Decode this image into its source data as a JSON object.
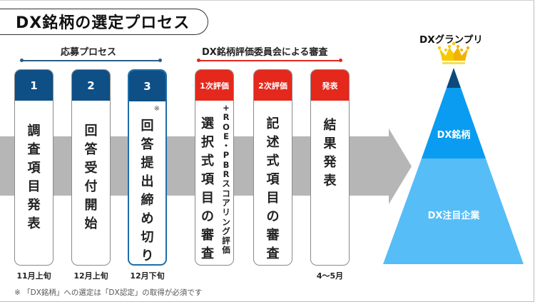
{
  "title": "DX銘柄の選定プロセス",
  "sections": {
    "application": {
      "label": "応募プロセス",
      "color": "#2d5a8a"
    },
    "committee": {
      "label": "DX銘柄評価委員会による審査",
      "color": "#e0281c"
    }
  },
  "steps": [
    {
      "badge": "1",
      "text": [
        "調",
        "査",
        "項",
        "目",
        "発",
        "表"
      ],
      "date": "11月上旬",
      "header_color": "#0e4f86"
    },
    {
      "badge": "2",
      "text": [
        "回",
        "答",
        "受",
        "付",
        "開",
        "始"
      ],
      "date": "12月上旬",
      "header_color": "#0e4f86"
    },
    {
      "badge": "3",
      "note_mark": "※",
      "text": [
        "回",
        "答",
        "提",
        "出",
        "締",
        "め",
        "切",
        "り"
      ],
      "date": "12月下旬",
      "header_color": "#0e4f86",
      "highlighted": true
    },
    {
      "badge": "1次評価",
      "text": [
        "選",
        "択",
        "式",
        "項",
        "目",
        "の",
        "審",
        "査"
      ],
      "sub_text": [
        "+",
        "R",
        "O",
        "E",
        "・",
        "P",
        "B",
        "R",
        "ス",
        "コ",
        "ア",
        "リ",
        "ン",
        "グ",
        "評",
        "価"
      ],
      "date": "",
      "header_color": "#e4281c"
    },
    {
      "badge": "2次評価",
      "text": [
        "記",
        "述",
        "式",
        "項",
        "目",
        "の",
        "審",
        "査"
      ],
      "date": "",
      "header_color": "#e4281c"
    },
    {
      "badge": "発表",
      "text": [
        "結",
        "果",
        "発",
        "表"
      ],
      "date": "4〜5月",
      "header_color": "#e4281c"
    }
  ],
  "footnote": "※ 「DX銘柄」への選定は「DX認定」の取得が必須です",
  "grand_prix": {
    "title": "DXグランプリ",
    "crown_icon": "crown-icon",
    "tiers": [
      {
        "label": "",
        "color": "#0d4a7c"
      },
      {
        "label": "DX銘柄",
        "color": "#0a9cf0"
      },
      {
        "label": "DX注目企業",
        "color": "#56bdf7"
      }
    ]
  }
}
